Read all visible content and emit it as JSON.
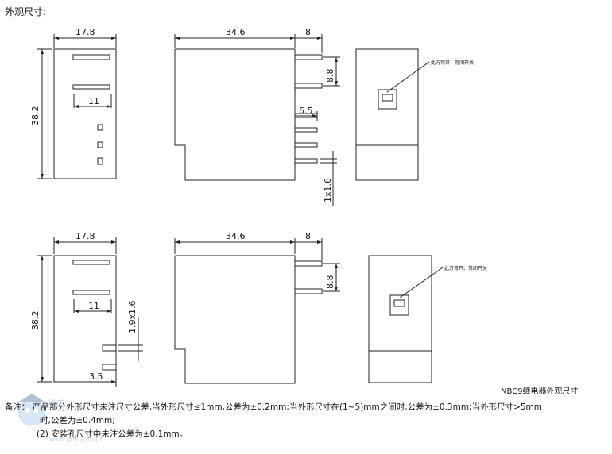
{
  "title": "外观尺寸:",
  "dimensions": {
    "width": "17.8",
    "height": "38.2",
    "length": "34.6",
    "pin_length": "8",
    "pin_spacing": "8.8",
    "pin_offset": "6.5",
    "pin_section": "1x1.6",
    "hole_spacing": "11",
    "pcb_pin_section": "1.9x1.6",
    "pcb_pin_offset": "3.5"
  },
  "callout": "此方常开、常闭开关",
  "caption": "NBC9继电器外观尺寸",
  "notes": {
    "label": "备注",
    "line1": "产品部分外形尺寸未注尺寸公差,当外形尺寸≤1mm,公差为±0.2mm;当外形尺寸在(1~5)mm之间时,公差为±0.3mm;当外形尺寸>5mm",
    "line2": "时,公差为±0.4mm;",
    "line3": "(2)  安装孔尺寸中未注公差为±0.1mm。"
  },
  "watermark": {
    "text": "www.gongkong.com",
    "cn": "维库"
  }
}
